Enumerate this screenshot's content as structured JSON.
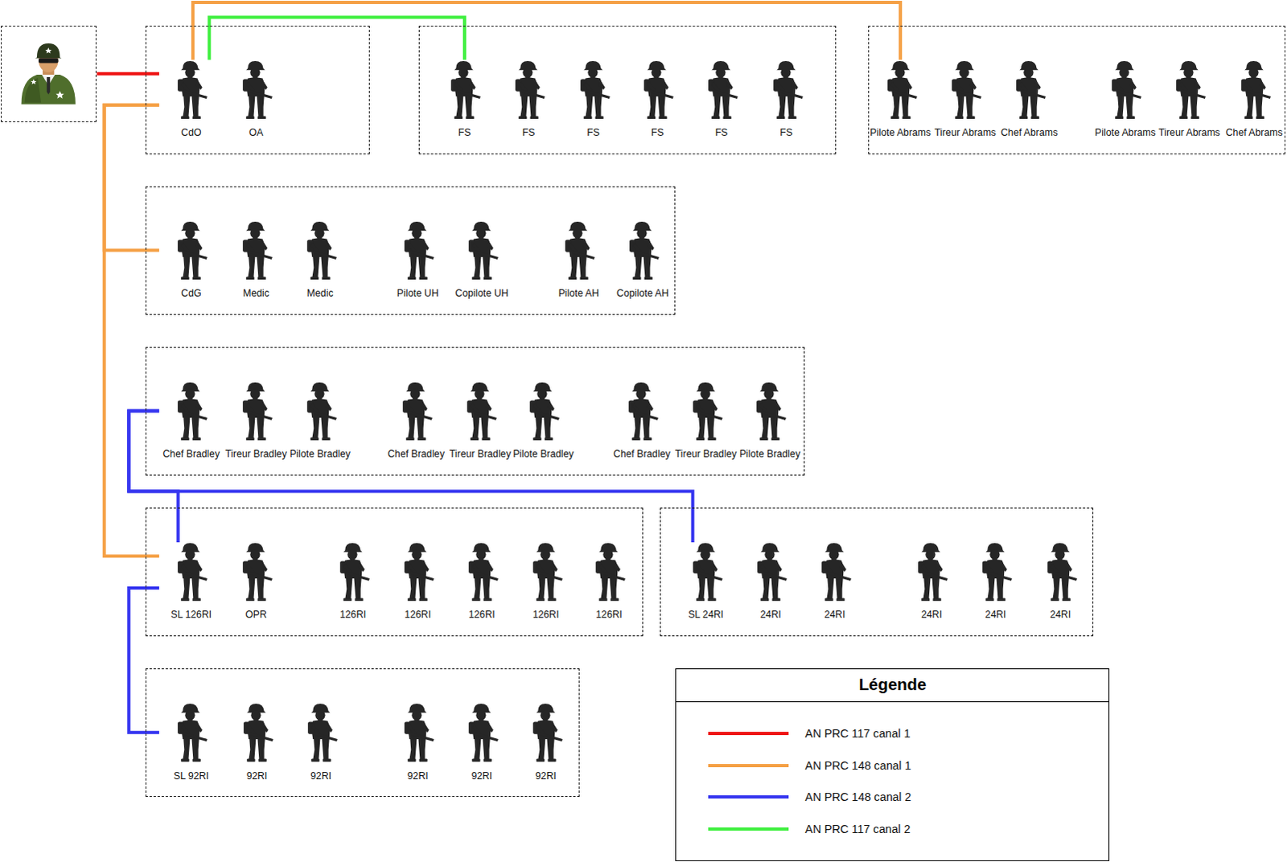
{
  "diagram": {
    "nodes": [
      {
        "text": []
      },
      {
        "text": []
      },
      {
        "text": [
          "CdO"
        ],
        "in": 1
      },
      {
        "text": [
          "OA"
        ],
        "in": 1
      },
      {
        "text": []
      },
      {
        "text": [
          "FS"
        ],
        "in": 4
      },
      {
        "text": [
          "FS"
        ],
        "in": 4
      },
      {
        "text": [
          "FS"
        ],
        "in": 4
      },
      {
        "text": [
          "FS"
        ],
        "in": 4
      },
      {
        "text": [
          "FS"
        ],
        "in": 4
      },
      {
        "text": [
          "FS"
        ],
        "in": 4
      },
      {
        "text": []
      },
      {
        "text": [
          "Pilote Abrams"
        ],
        "in": 11
      },
      {
        "text": [
          "Tireur Abrams"
        ],
        "in": 11
      },
      {
        "text": [
          "Chef Abrams"
        ],
        "in": 11
      },
      {
        "text": [
          "Pilote Abrams"
        ],
        "in": 11
      },
      {
        "text": [
          "Tireur Abrams"
        ],
        "in": 11
      },
      {
        "text": [
          "Chef Abrams"
        ],
        "in": 11
      },
      {
        "text": []
      },
      {
        "text": [
          "CdG"
        ],
        "in": 18
      },
      {
        "text": [
          "Medic"
        ],
        "in": 18
      },
      {
        "text": [
          "Medic"
        ],
        "in": 18
      },
      {
        "text": [
          "Pilote UH"
        ],
        "in": 18
      },
      {
        "text": [
          "Copilote UH"
        ],
        "in": 18
      },
      {
        "text": [
          "Pilote AH"
        ],
        "in": 18
      },
      {
        "text": [
          "Copilote AH"
        ],
        "in": 18
      },
      {
        "text": []
      },
      {
        "text": [
          "Chef Bradley"
        ],
        "in": 26
      },
      {
        "text": [
          "Tireur Bradley"
        ],
        "in": 26
      },
      {
        "text": [
          "Pilote Bradley"
        ],
        "in": 26
      },
      {
        "text": [
          "Chef Bradley"
        ],
        "in": 26
      },
      {
        "text": [
          "Tireur Bradley"
        ],
        "in": 26
      },
      {
        "text": [
          "Pilote Bradley"
        ],
        "in": 26
      },
      {
        "text": [
          "Chef Bradley"
        ],
        "in": 26
      },
      {
        "text": [
          "Tireur Bradley"
        ],
        "in": 26
      },
      {
        "text": [
          "Pilote Bradley"
        ],
        "in": 26
      },
      {
        "text": []
      },
      {
        "text": [
          "SL 126RI"
        ],
        "in": 36
      },
      {
        "text": [
          "OPR"
        ],
        "in": 36
      },
      {
        "text": [
          "126RI"
        ],
        "in": 36
      },
      {
        "text": [
          "126RI"
        ],
        "in": 36
      },
      {
        "text": [
          "126RI"
        ],
        "in": 36
      },
      {
        "text": [
          "126RI"
        ],
        "in": 36
      },
      {
        "text": [
          "126RI"
        ],
        "in": 36
      },
      {
        "text": []
      },
      {
        "text": [
          "SL 24RI"
        ],
        "in": 44
      },
      {
        "text": [
          "24RI"
        ],
        "in": 44
      },
      {
        "text": [
          "24RI"
        ],
        "in": 44
      },
      {
        "text": [
          "24RI"
        ],
        "in": 44
      },
      {
        "text": [
          "24RI"
        ],
        "in": 44
      },
      {
        "text": [
          "24RI"
        ],
        "in": 44
      },
      {
        "text": []
      },
      {
        "text": [
          "SL 92RI"
        ],
        "in": 51
      },
      {
        "text": [
          "92RI"
        ],
        "in": 51
      },
      {
        "text": [
          "92RI"
        ],
        "in": 51
      },
      {
        "text": [
          "92RI"
        ],
        "in": 51
      },
      {
        "text": [
          "92RI"
        ],
        "in": 51
      },
      {
        "text": [
          "92RI"
        ],
        "in": 51
      }
    ],
    "edges": [
      {
        "from": 0,
        "to": 2,
        "arrow": "none"
      },
      {
        "from": 2,
        "to": 12,
        "arrow": "none"
      },
      {
        "from": 2,
        "to": 5,
        "arrow": "none"
      },
      {
        "from": 2,
        "to": 19,
        "arrow": "none"
      },
      {
        "from": 2,
        "to": 37,
        "arrow": "none"
      },
      {
        "from": 27,
        "to": 37,
        "arrow": "none"
      },
      {
        "from": 27,
        "to": 45,
        "arrow": "none"
      },
      {
        "from": 37,
        "to": 52,
        "arrow": "none"
      }
    ],
    "labels": [
      "Légende"
    ],
    "legend": [
      {
        "text": "AN PRC 117 canal 1",
        "color": "#ee1111"
      },
      {
        "text": "AN PRC 148 canal 1",
        "color": "#f5a045"
      },
      {
        "text": "AN PRC 148 canal 2",
        "color": "#3636f0"
      },
      {
        "text": "AN PRC 117 canal 2",
        "color": "#3fef3f"
      }
    ]
  }
}
